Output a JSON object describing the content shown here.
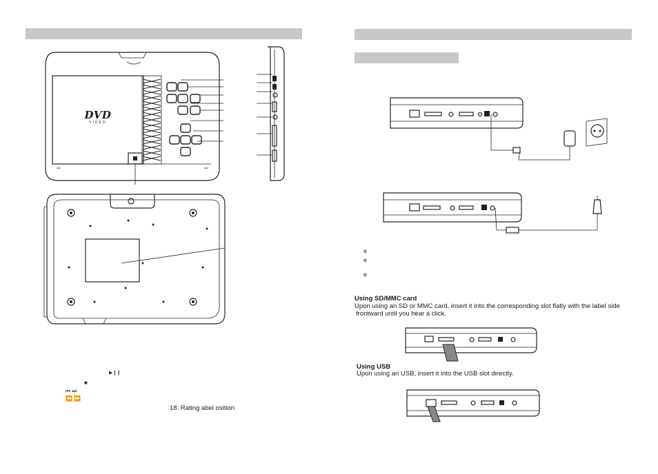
{
  "left_page": {
    "controls": {
      "play_pause_icon": "▶❙❙",
      "stop_icon": "■",
      "skip_icons": "⏮ ⏭",
      "seek_icons": "⏪ ⏩"
    },
    "item_18": "18. Rating    abel    osition",
    "device_logo": "DVD",
    "device_logo_sub": "VIDEO"
  },
  "right_page": {
    "sd_section": {
      "heading": "Using SD/MMC card",
      "line1": "Upon using an SD or MMC card, insert it into the corresponding slot flatly with the label side",
      "line2": "frontward until you hear a click."
    },
    "usb_section": {
      "heading": "Using USB",
      "line1": "Upon using an USB, insert it into the USB slot directly."
    },
    "note_marks": [
      "※",
      "※",
      "※"
    ]
  },
  "colors": {
    "header_bar": "#c8c8c8",
    "line_art": "#222222"
  }
}
